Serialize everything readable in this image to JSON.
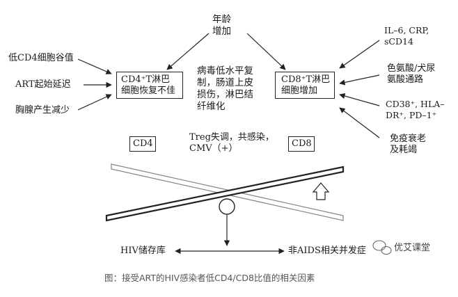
{
  "top_factor": "年龄\n增加",
  "left_factors": [
    "低CD4细胞谷值",
    "ART起始延迟",
    "胸腺产生减少"
  ],
  "right_factors": [
    "IL–6, CRP,\nsCD14",
    "色氨酸/犬尿\n氨酸通路",
    "CD38⁺, HLA–\nDR⁺, PD–1⁺",
    "免疫衰老\n及耗竭"
  ],
  "center_factors": [
    "病毒低水平复\n制，肠道上皮\n损伤，淋巴结\n纤维化",
    "Treg失调，共感染，\nCMV（+）"
  ],
  "cd4_box": "CD4⁺T淋巴\n细胞恢复不佳",
  "cd8_box": "CD8⁺T淋巴\n细胞增加",
  "balance": {
    "left_label": "CD4",
    "right_label": "CD8"
  },
  "outcomes": [
    "HIV储存库",
    "非AIDS相关并发症"
  ],
  "caption": "图：接受ART的HIV感染者低CD4/CD8比值的相关因素",
  "watermark": "优艾课堂"
}
